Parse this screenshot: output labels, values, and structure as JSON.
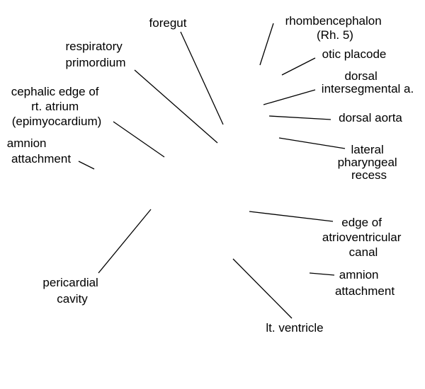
{
  "labels": {
    "foregut": [
      "foregut"
    ],
    "rhombencephalon": [
      "rhombencephalon",
      "(Rh. 5)"
    ],
    "otic_placode": [
      "otic placode"
    ],
    "respiratory_primordium": [
      "respiratory",
      "primordium"
    ],
    "dorsal_intersegmental": [
      "dorsal",
      "intersegmental a."
    ],
    "cephalic_edge": [
      "cephalic edge of",
      "rt. atrium",
      "(epimyocardium)"
    ],
    "dorsal_aorta": [
      "dorsal aorta"
    ],
    "amnion_attachment_left": [
      "amnion",
      "attachment"
    ],
    "lateral_pharyngeal_recess": [
      "lateral",
      "pharyngeal",
      "recess"
    ],
    "edge_av_canal": [
      "edge of",
      "atrioventricular",
      "canal"
    ],
    "amnion_attachment_right": [
      "amnion",
      "attachment"
    ],
    "pericardial_cavity": [
      "pericardial",
      "cavity"
    ],
    "lt_ventricle": [
      "lt. ventricle"
    ]
  }
}
